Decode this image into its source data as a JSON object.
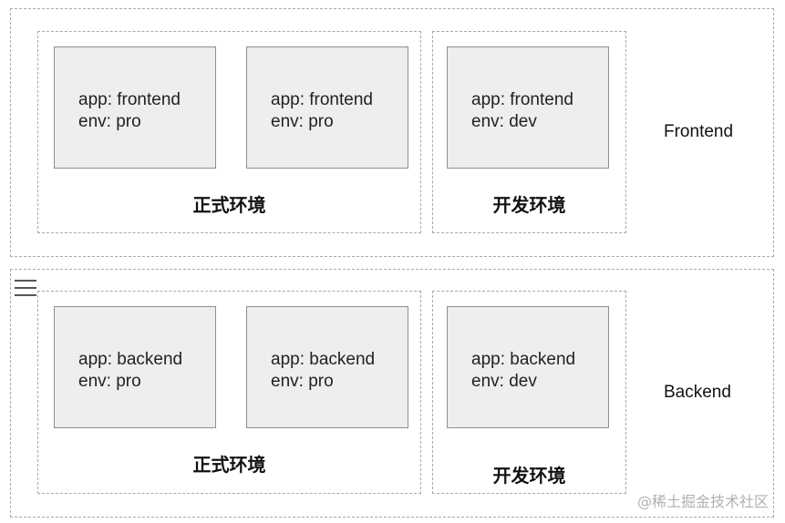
{
  "frontend": {
    "label": "Frontend",
    "prod": {
      "label": "正式环境",
      "pods": [
        {
          "app": "app: frontend",
          "env": "env: pro"
        },
        {
          "app": "app: frontend",
          "env": "env: pro"
        }
      ]
    },
    "dev": {
      "label": "开发环境",
      "pods": [
        {
          "app": "app: frontend",
          "env": "env: dev"
        }
      ]
    }
  },
  "backend": {
    "label": "Backend",
    "prod": {
      "label": "正式环境",
      "pods": [
        {
          "app": "app: backend",
          "env": "env: pro"
        },
        {
          "app": "app: backend",
          "env": "env: pro"
        }
      ]
    },
    "dev": {
      "label": "开发环境",
      "pods": [
        {
          "app": "app: backend",
          "env": "env: dev"
        }
      ]
    }
  },
  "watermark": "@稀土掘金技术社区",
  "icons": {
    "menu": "menu-icon"
  }
}
